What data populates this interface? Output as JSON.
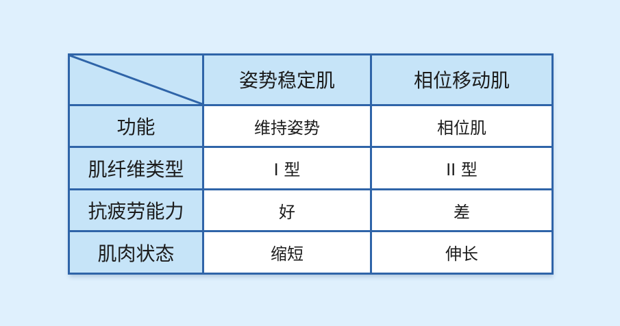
{
  "table": {
    "columns": [
      "姿势稳定肌",
      "相位移动肌"
    ],
    "rows": [
      {
        "label": "功能",
        "values": [
          "维持姿势",
          "相位肌"
        ]
      },
      {
        "label": "肌纤维类型",
        "values": [
          "I 型",
          "II 型"
        ]
      },
      {
        "label": "抗疲劳能力",
        "values": [
          "好",
          "差"
        ]
      },
      {
        "label": "肌肉状态",
        "values": [
          "缩短",
          "伸长"
        ]
      }
    ]
  },
  "colors": {
    "page_background": "#dff0fd",
    "header_fill": "#c6e4f8",
    "border": "#2f64a8",
    "cell_fill": "#ffffff"
  }
}
